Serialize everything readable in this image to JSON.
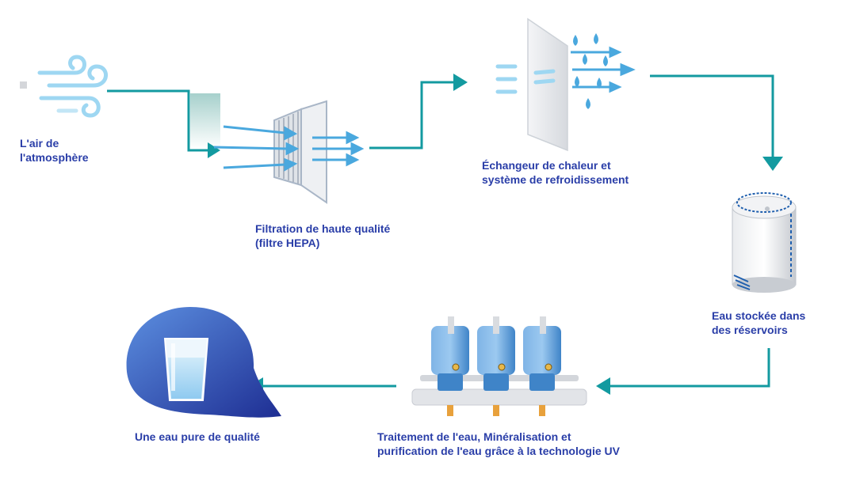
{
  "colors": {
    "flow_line": "#139aa0",
    "label_text": "#2a3ea8",
    "icon_light": "#9ed7f2",
    "icon_mid": "#4aa8de",
    "icon_dark": "#1f5fae",
    "tank_blue": "#3f84c8",
    "pipe_grey": "#c9ccd3"
  },
  "steps": [
    {
      "id": "air",
      "icon": "wind-icon",
      "lines": [
        "L'air de",
        "l'atmosphère"
      ]
    },
    {
      "id": "filter",
      "icon": "air-filter-icon",
      "lines": [
        "Filtration de haute qualité",
        "(filtre HEPA)"
      ]
    },
    {
      "id": "exchanger",
      "icon": "heat-exchanger-icon",
      "lines": [
        "Échangeur de chaleur et",
        "système de refroidissement"
      ]
    },
    {
      "id": "storage",
      "icon": "storage-tank-icon",
      "lines": [
        "Eau stockée dans",
        "des réservoirs"
      ]
    },
    {
      "id": "treatment",
      "icon": "treatment-tanks-icon",
      "lines": [
        "Traitement de l'eau, Minéralisation et",
        "purification de l'eau grâce à la technologie UV"
      ]
    },
    {
      "id": "drink",
      "icon": "water-glass-icon",
      "lines": [
        "Une eau pure de qualité"
      ]
    }
  ]
}
